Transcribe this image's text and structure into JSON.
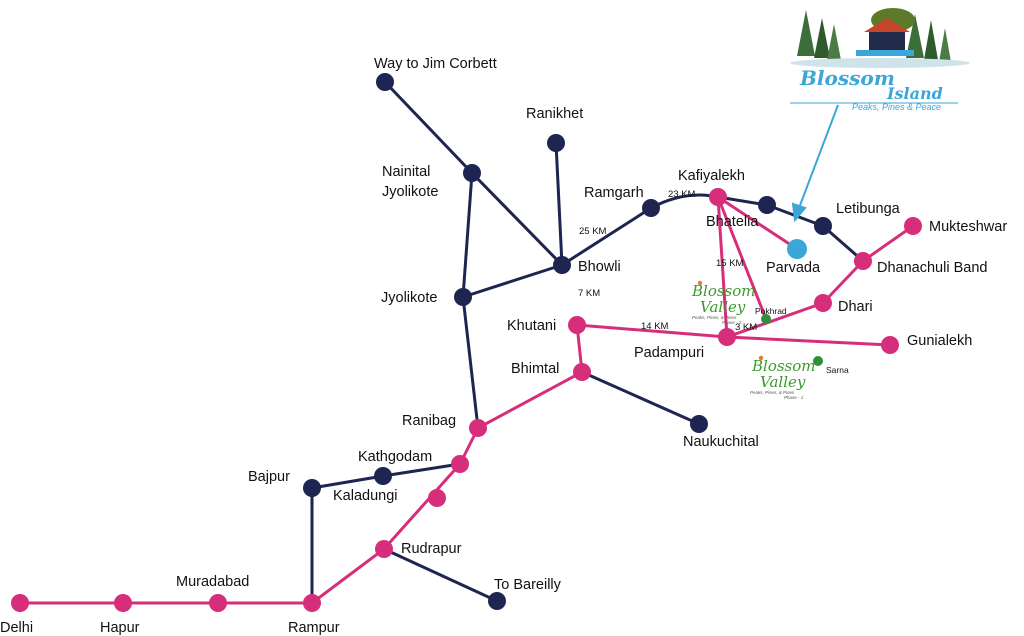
{
  "colors": {
    "navy": "#1e2550",
    "pink": "#d62e7a",
    "sky": "#3aa7d8",
    "green": "#2f8f3a"
  },
  "labels": {
    "jim_corbett": "Way to Jim Corbett",
    "ranikhet": "Ranikhet",
    "nainital_1": "Nainital",
    "nainital_2": "Jyolikote",
    "ramgarh": "Ramgarh",
    "kafiyalekh": "Kafiyalekh",
    "letibunga": "Letibunga",
    "mukteshwar": "Mukteshwar",
    "bhatelia": "Bhatelia",
    "parvada": "Parvada",
    "dhanachuli": "Dhanachuli Band",
    "bhowli": "Bhowli",
    "jyolikote": "Jyolikote",
    "dhari": "Dhari",
    "pokhrad": "Pokhrad",
    "khutani": "Khutani",
    "padampuri": "Padampuri",
    "gunialekh": "Gunialekh",
    "sarna": "Sarna",
    "bhimtal": "Bhimtal",
    "naukuchital": "Naukuchital",
    "ranibag": "Ranibag",
    "kathgodam": "Kathgodam",
    "kaladungi": "Kaladungi",
    "bajpur": "Bajpur",
    "rudrapur": "Rudrapur",
    "bareilly": "To Bareilly",
    "muradabad": "Muradabad",
    "delhi": "Delhi",
    "hapur": "Hapur",
    "rampur": "Rampur"
  },
  "distances": {
    "ramgarh_kafiyalekh": "23 KM",
    "bhowli_ramgarh": "25 KM",
    "bhowli_khutani": "7 KM",
    "khutani_padampuri": "14 KM",
    "padampuri_pokhrad": "3 KM",
    "kafiyalekh_padampuri": "15 KM"
  },
  "logo_island": {
    "title_1": "Blossom",
    "title_2": "Island",
    "tagline": "Peaks, Pines & Peace"
  },
  "logo_valley_1": {
    "title_1": "Blossom",
    "title_2": "Valley",
    "tagline": "Peaks, Pines, & Pines",
    "phase": "Phase - 2"
  },
  "logo_valley_2": {
    "title_1": "Blossom",
    "title_2": "Valley",
    "tagline": "Peaks, Pines, & Pines",
    "phase": "Phase - 1"
  }
}
